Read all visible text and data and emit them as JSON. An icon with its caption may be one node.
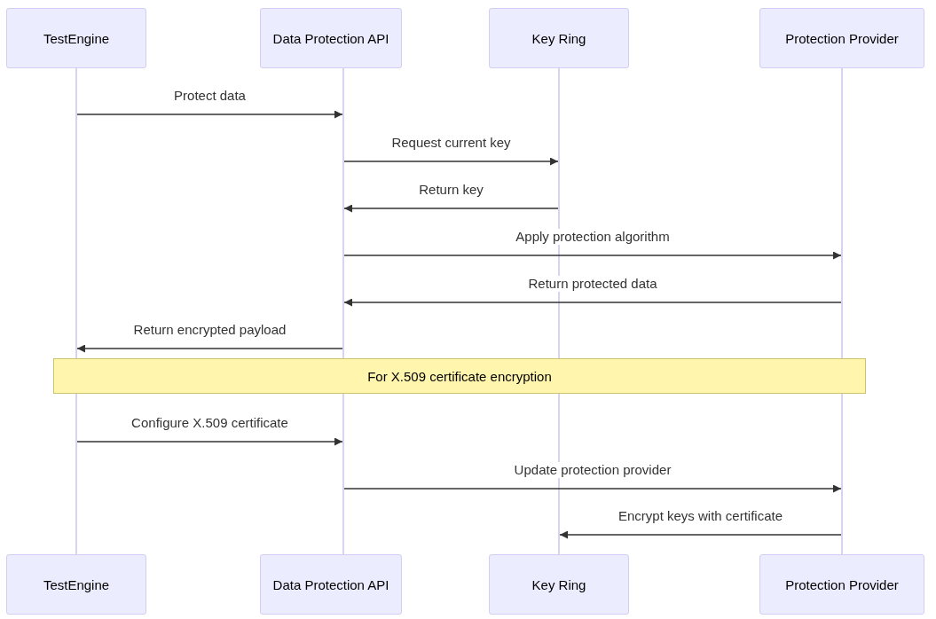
{
  "diagram": {
    "nodes": [
      {
        "text": [
          "TestEngine"
        ]
      },
      {
        "text": [
          "Data Protection API"
        ]
      },
      {
        "text": [
          "Key Ring"
        ]
      },
      {
        "text": [
          "Protection Provider"
        ]
      },
      {
        "text": [
          "For X.509 certificate encryption"
        ]
      },
      {
        "text": [
          "TestEngine"
        ]
      },
      {
        "text": [
          "Data Protection API"
        ]
      },
      {
        "text": [
          "Key Ring"
        ]
      },
      {
        "text": [
          "Protection Provider"
        ]
      },
      {
        "text": [],
        "shape": "bar"
      },
      {
        "text": [],
        "shape": "bar"
      },
      {
        "text": [],
        "shape": "bar"
      },
      {
        "text": [],
        "shape": "bar"
      }
    ],
    "edges": [
      {
        "from": 9,
        "to": 10,
        "arrow": "to",
        "label": "Protect data"
      },
      {
        "from": 10,
        "to": 11,
        "arrow": "to",
        "label": "Request current key"
      },
      {
        "from": 11,
        "to": 10,
        "arrow": "to",
        "label": "Return key"
      },
      {
        "from": 10,
        "to": 12,
        "arrow": "to",
        "label": "Apply protection algorithm"
      },
      {
        "from": 12,
        "to": 10,
        "arrow": "to",
        "label": "Return protected data"
      },
      {
        "from": 10,
        "to": 9,
        "arrow": "to",
        "label": "Return encrypted payload"
      },
      {
        "from": 9,
        "to": 10,
        "arrow": "to",
        "label": "Configure X.509 certificate"
      },
      {
        "from": 10,
        "to": 12,
        "arrow": "to",
        "label": "Update protection provider"
      },
      {
        "from": 12,
        "to": 11,
        "arrow": "to",
        "label": "Encrypt keys with certificate"
      }
    ]
  }
}
